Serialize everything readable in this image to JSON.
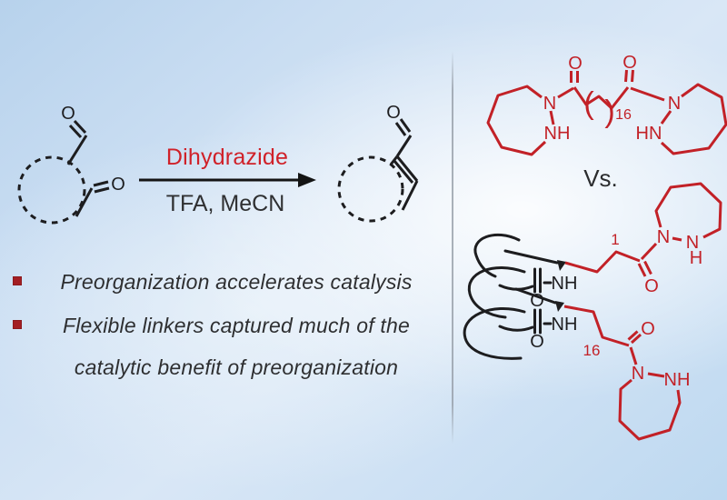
{
  "labels": {
    "reagent": "Dihydrazide",
    "conditions": "TFA, MeCN",
    "vs": "Vs.",
    "repeat_count": "16",
    "chain_position_1": "1",
    "chain_position_16": "16",
    "paren_open": "(",
    "paren_close": ")"
  },
  "atoms": {
    "o": "O",
    "n": "N",
    "nh": "NH",
    "hn": "HN",
    "h": "H"
  },
  "bullets": [
    {
      "lines": [
        "Preorganization accelerates catalysis"
      ]
    },
    {
      "lines": [
        "Flexible linkers captured much of the",
        "catalytic benefit of preorganization"
      ]
    }
  ],
  "colors": {
    "structure_red": "#c22127",
    "structure_black": "#1d1d1f",
    "reagent_red": "#d02129",
    "bullet_square": "#a31e23",
    "body_text": "#2e2f31",
    "background_blue": "#bdd8f0"
  }
}
